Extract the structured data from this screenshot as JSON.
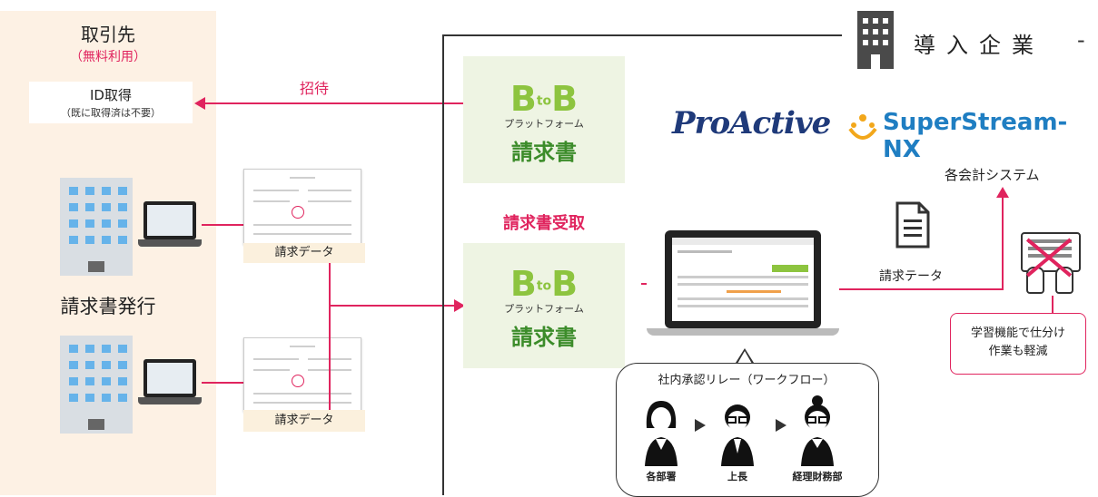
{
  "partner": {
    "title": "取引先",
    "subtitle": "（無料利用）",
    "id_box": {
      "main": "ID取得",
      "note": "（既に取得済は不要）"
    },
    "issue_label": "請求書発行",
    "invoice_tag_1": "請求データ",
    "invoice_tag_2": "請求データ"
  },
  "invite_label": "招待",
  "company": {
    "title": "導入企業",
    "dash": "-"
  },
  "b2b_top": {
    "logo_b1": "B",
    "logo_to": "to",
    "logo_b2": "B",
    "platform": "プラットフォーム",
    "product": "請求書"
  },
  "b2b_bottom": {
    "logo_b1": "B",
    "logo_to": "to",
    "logo_b2": "B",
    "platform": "プラットフォーム",
    "product": "請求書"
  },
  "receive_label": "請求書受取",
  "logos": {
    "proactive": "ProActive",
    "superstream": "SuperStream-NX"
  },
  "accounting_label": "各会計システム",
  "invoice_data_right": "請求テータ",
  "ml_callout": {
    "line1": "学習機能で仕分け",
    "line2": "作業も軽減"
  },
  "workflow": {
    "title": "社内承認リレー（ワークフロー）",
    "people": [
      "各部署",
      "上長",
      "経理財務部"
    ]
  },
  "colors": {
    "accent": "#e0245e",
    "b2b_green": "#8dc43f",
    "panel": "#fdf1e4"
  }
}
